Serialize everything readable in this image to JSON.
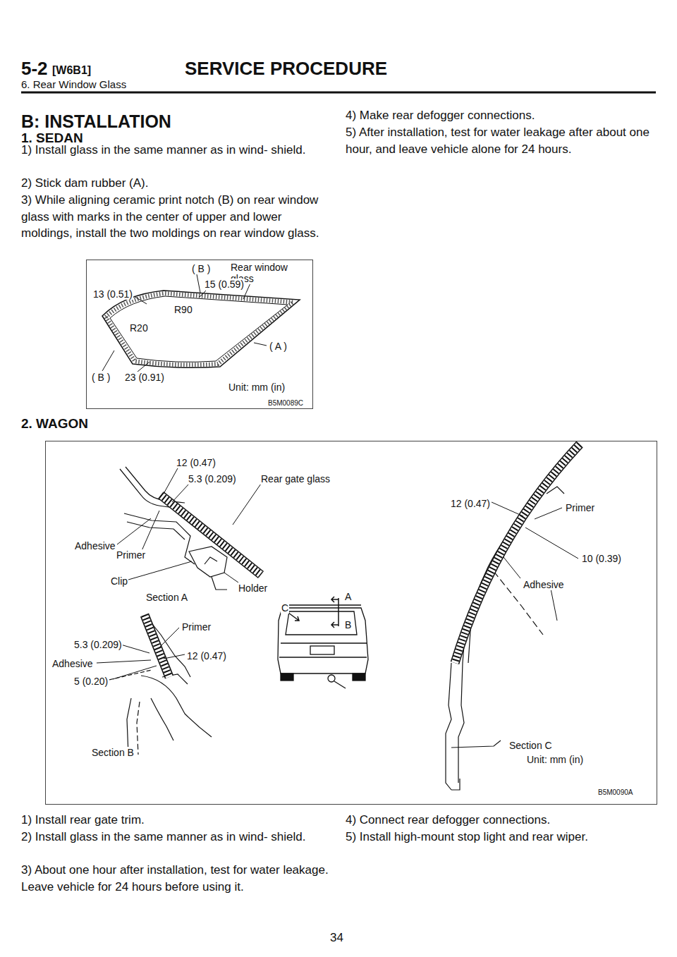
{
  "diagram": {
    "title": "B: INSTALLATION",
    "nodes": [
      {
        "text": [
          "( B )",
          "Rear window glass",
          "15 (0.59)",
          "13 (0.51)",
          "R90",
          "R20",
          "( A )",
          "( B )",
          "23 (0.91)",
          "Unit: mm (in)",
          "B5M0089C"
        ]
      },
      {
        "text": [
          "12 (0.47)",
          "5.3 (0.209)",
          "Rear gate glass",
          "Adhesive",
          "Primer",
          "Clip",
          "Section A",
          "Holder",
          "A",
          "C",
          "B",
          "12 (0.47)",
          "Primer",
          "10 (0.39)",
          "Adhesive",
          "Primer",
          "5.3 (0.209)",
          "12 (0.47)",
          "Adhesive",
          "5 (0.20)",
          "Section B",
          "Section C",
          "Unit: mm (in)",
          "B5M0090A"
        ]
      }
    ],
    "labels": [
      "5-2",
      "[W6B1]",
      "SERVICE PROCEDURE",
      "6. Rear Window Glass",
      "1. SEDAN",
      "1) Install glass in the same manner as in wind- shield.",
      "2) Stick dam rubber (A).",
      "3) While aligning ceramic print notch (B) on rear window glass with marks in the center of upper and lower moldings, install the two moldings on rear window glass.",
      "4) Make rear defogger connections.",
      "5) After installation, test for water leakage after about one hour, and leave vehicle alone for 24 hours.",
      "2. WAGON",
      "1) Install rear gate trim.",
      "2) Install glass in the same manner as in wind- shield.",
      "3) About one hour after installation, test for water leakage. Leave vehicle for 24 hours before using it.",
      "4) Connect rear defogger connections.",
      "5) Install high-mount stop light and rear wiper.",
      "34"
    ]
  }
}
